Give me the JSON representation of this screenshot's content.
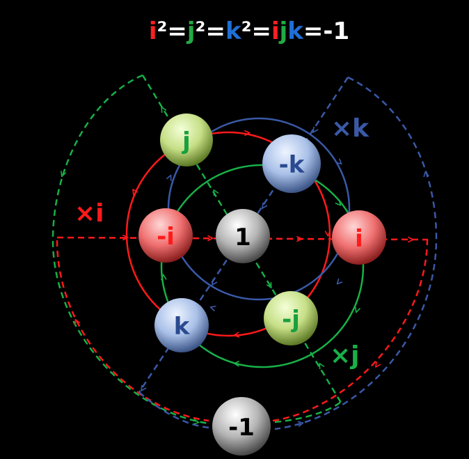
{
  "title": {
    "segments": [
      {
        "text": "i",
        "color": "#ff2020"
      },
      {
        "text": "²=",
        "color": "#ffffff"
      },
      {
        "text": "j",
        "color": "#22aa44"
      },
      {
        "text": "²=",
        "color": "#ffffff"
      },
      {
        "text": "k",
        "color": "#1f6fd6"
      },
      {
        "text": "²=",
        "color": "#ffffff"
      },
      {
        "text": "i",
        "color": "#ff2020"
      },
      {
        "text": "j",
        "color": "#22aa44"
      },
      {
        "text": "k",
        "color": "#1f6fd6"
      },
      {
        "text": "=-1",
        "color": "#ffffff"
      }
    ]
  },
  "colors": {
    "i": "#ff1a1a",
    "j": "#18b048",
    "k": "#3a5aa8"
  },
  "nodes": {
    "one": {
      "label": "1",
      "text_color": "#000000"
    },
    "neg_one": {
      "label": "-1",
      "text_color": "#000000"
    },
    "i": {
      "label": "i",
      "text_color": "#ff1a1a"
    },
    "neg_i": {
      "label": "-i",
      "text_color": "#ff1a1a"
    },
    "j": {
      "label": "j",
      "text_color": "#18a040"
    },
    "neg_j": {
      "label": "-j",
      "text_color": "#18a040"
    },
    "k": {
      "label": "k",
      "text_color": "#2a4a90"
    },
    "neg_k": {
      "label": "-k",
      "text_color": "#2a4a90"
    }
  },
  "multipliers": {
    "times_i": {
      "label": "×i",
      "color": "#ff1a1a"
    },
    "times_j": {
      "label": "×j",
      "color": "#18b048"
    },
    "times_k": {
      "label": "×k",
      "color": "#3a5aa8"
    }
  }
}
